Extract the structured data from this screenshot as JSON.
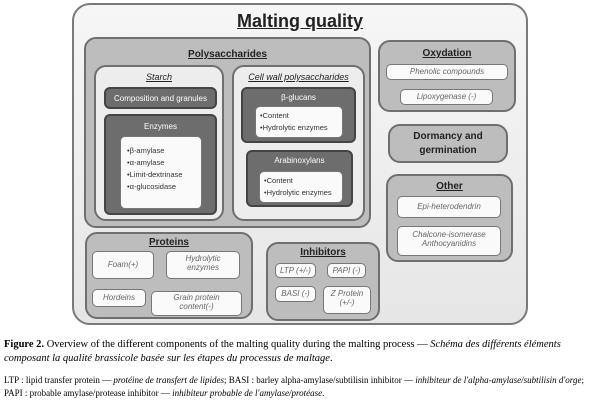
{
  "diagram": {
    "title": "Malting quality",
    "polysaccharides": {
      "title": "Polysaccharides",
      "starch": {
        "title": "Starch",
        "composition": "Composition and granules",
        "enzymes_title": "Enzymes",
        "enzymes": [
          "•β-amylase",
          "•α-amylase",
          "•Limit-dextrinase",
          "•α-glucosidase"
        ]
      },
      "cell_wall": {
        "title": "Cell wall polysaccharides",
        "beta_glucans_title": "β-glucans",
        "beta_glucans_items": [
          "•Content",
          "•Hydrolytic enzymes"
        ],
        "arabinoxylans_title": "Arabinoxylans",
        "arabinoxylans_items": [
          "•Content",
          "•Hydrolytic enzymes"
        ]
      }
    },
    "oxydation": {
      "title": "Oxydation",
      "items": [
        "Phenolic compounds",
        "Lipoxygenase (-)"
      ]
    },
    "dormancy": {
      "line1": "Dormancy and",
      "line2": "germination"
    },
    "other": {
      "title": "Other",
      "item1": "Epi-heterodendrin",
      "item2_line1": "Chalcone-isomerase",
      "item2_line2": "Anthocyanidins"
    },
    "proteins": {
      "title": "Proteins",
      "foam": "Foam(+)",
      "hydrolytic_line1": "Hydrolytic",
      "hydrolytic_line2": "enzymes",
      "hordeins": "Hordeins",
      "grain_line1": "Grain protein",
      "grain_line2": "content(-)"
    },
    "inhibitors": {
      "title": "Inhibitors",
      "ltp": "LTP (+/-)",
      "papi": "PAPI (-)",
      "basi": "BASI (-)",
      "z_line1": "Z Protein",
      "z_line2": "(+/-)"
    }
  },
  "caption": {
    "figure_label": "Figure 2.",
    "main_text": " Overview of the different components of the malting quality during the malting process — ",
    "main_italic": "Schéma des différents éléments composant la qualité brassicole basée sur les étapes du processus de maltage",
    "main_end": ".",
    "abbr_1": "LTP : lipid transfer protein — ",
    "abbr_1_it": "protéine de transfert de lipides",
    "abbr_2": "; BASI : barley alpha-amylase/subtilisin inhibitor — ",
    "abbr_2_it": "inhibiteur de l'alpha-amylase/subtilisin d'orge",
    "abbr_3": "; PAPI : probable amylase/protease inhibitor — ",
    "abbr_3_it": "inhibiteur probable de l'amylase/protéase",
    "abbr_end": "."
  }
}
